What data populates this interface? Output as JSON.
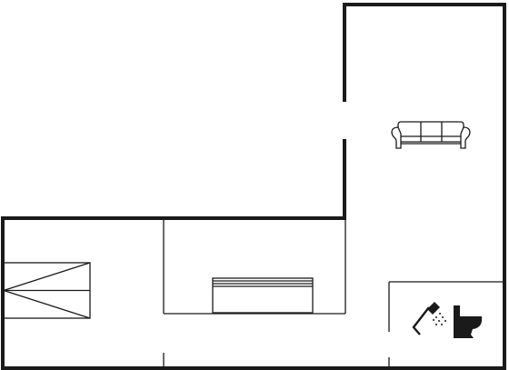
{
  "plan": {
    "background": "#ffffff",
    "line_color": "#1a1a1a",
    "rooms": [
      {
        "id": "living-room",
        "furniture": [
          "sofa-icon"
        ]
      },
      {
        "id": "stair-hall",
        "furniture": [
          "staircase-icon"
        ]
      },
      {
        "id": "middle-room",
        "furniture": [
          "radiator-bench-icon"
        ]
      },
      {
        "id": "bathroom",
        "furniture": [
          "shower-icon",
          "toilet-icon"
        ]
      }
    ]
  }
}
